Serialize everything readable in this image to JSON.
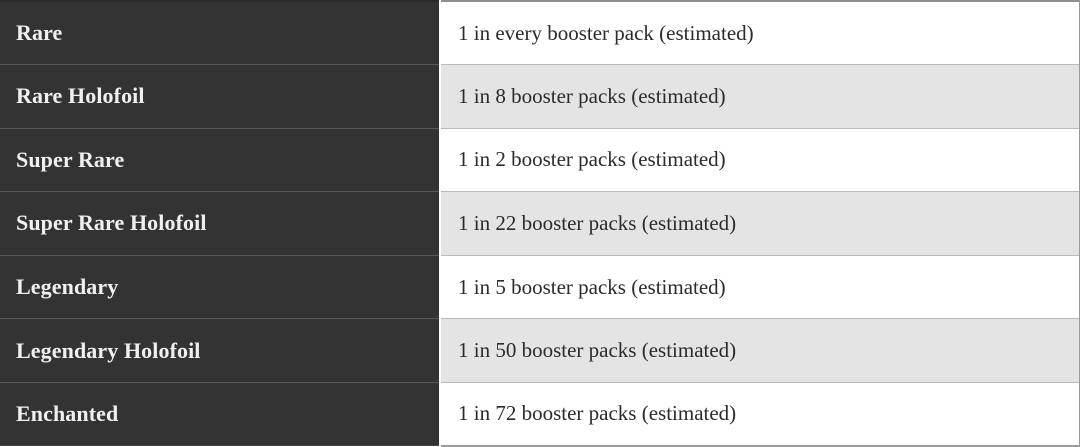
{
  "table": {
    "name": "card-rarity-pull-rates",
    "colors": {
      "label_background": "#333333",
      "label_text": "#f2f0ee",
      "value_background_odd": "#ffffff",
      "value_background_even": "#e4e4e4",
      "value_text": "#2b2b2b",
      "border": "#9a9a9a"
    },
    "rows": [
      {
        "rarity": "Rare",
        "rate": "1 in every booster pack (estimated)"
      },
      {
        "rarity": "Rare Holofoil",
        "rate": "1 in 8 booster packs (estimated)"
      },
      {
        "rarity": "Super Rare",
        "rate": "1 in 2 booster packs (estimated)"
      },
      {
        "rarity": "Super Rare Holofoil",
        "rate": "1 in 22 booster packs (estimated)"
      },
      {
        "rarity": "Legendary",
        "rate": "1 in 5 booster packs (estimated)"
      },
      {
        "rarity": "Legendary Holofoil",
        "rate": "1 in 50 booster packs (estimated)"
      },
      {
        "rarity": "Enchanted",
        "rate": "1 in 72 booster packs (estimated)"
      }
    ]
  }
}
